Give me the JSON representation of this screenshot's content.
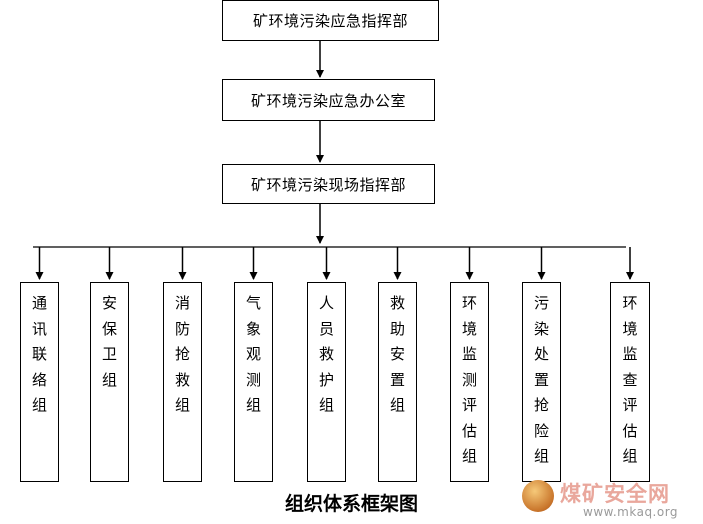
{
  "top": {
    "command": "矿环境污染应急指挥部",
    "office": "矿环境污染应急办公室",
    "field": "矿环境污染现场指挥部"
  },
  "groups": [
    "通讯联络组",
    "安保卫组",
    "消防抢救组",
    "气象观测组",
    "人员救护组",
    "救助安置组",
    "环境监测评估组",
    "污染处置抢险组",
    "环境监查评估组"
  ],
  "caption": "组织体系框架图",
  "watermark": {
    "name": "煤矿安全网",
    "url": "www.mkaq.org"
  }
}
